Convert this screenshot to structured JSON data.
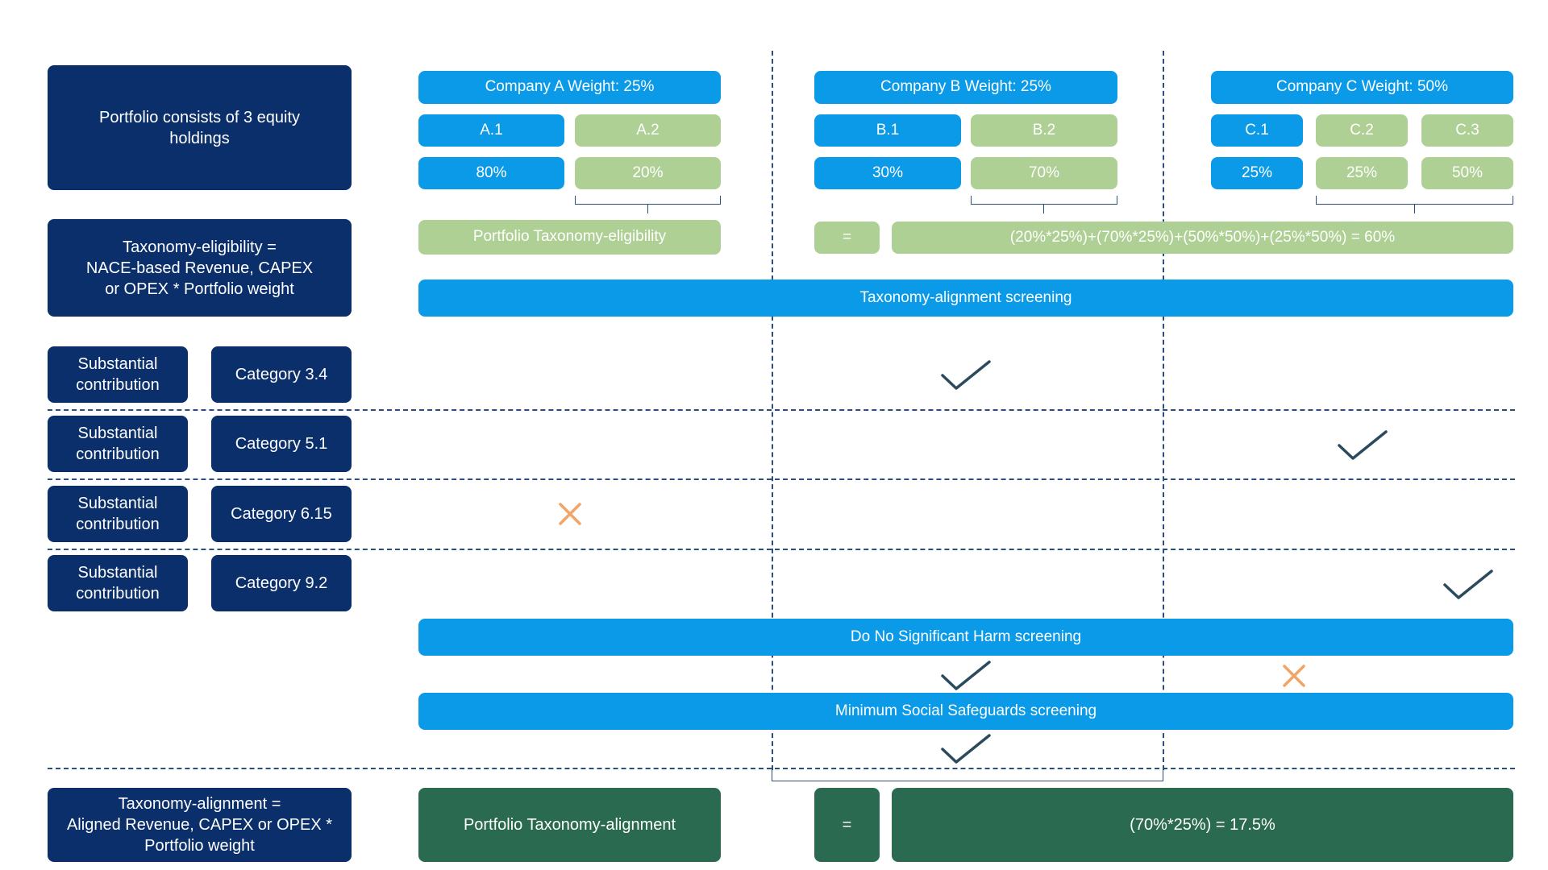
{
  "left": {
    "portfolio_desc": "Portfolio consists of 3 equity\nholdings",
    "eligibility_desc": "Taxonomy-eligibility =\nNACE-based Revenue, CAPEX\nor OPEX * Portfolio weight",
    "alignment_desc": "Taxonomy-alignment =\nAligned Revenue, CAPEX or OPEX *\nPortfolio weight",
    "substantial_label": "Substantial\ncontribution",
    "categories": [
      "Category 3.4",
      "Category 5.1",
      "Category 6.15",
      "Category 9.2"
    ]
  },
  "companies": {
    "a": {
      "header": "Company A Weight: 25%",
      "segments": [
        "A.1",
        "A.2"
      ],
      "percents": [
        "80%",
        "20%"
      ]
    },
    "b": {
      "header": "Company B Weight: 25%",
      "segments": [
        "B.1",
        "B.2"
      ],
      "percents": [
        "30%",
        "70%"
      ]
    },
    "c": {
      "header": "Company C Weight: 50%",
      "segments": [
        "C.1",
        "C.2",
        "C.3"
      ],
      "percents": [
        "25%",
        "25%",
        "50%"
      ]
    }
  },
  "eligibility": {
    "label": "Portfolio Taxonomy-eligibility",
    "equals": "=",
    "formula": "(20%*25%)+(70%*25%)+(50%*50%)+(25%*50%) = 60%"
  },
  "screening": {
    "alignment": "Taxonomy-alignment screening",
    "dnsh": "Do No Significant Harm screening",
    "mss": "Minimum Social Safeguards screening"
  },
  "alignment": {
    "label": "Portfolio Taxonomy-alignment",
    "equals": "=",
    "formula": "(70%*25%) = 17.5%"
  },
  "icons": {
    "check": "check-icon",
    "cross": "cross-icon"
  },
  "colors": {
    "navy": "#0b2f6b",
    "blue": "#0a9ae8",
    "light_green": "#afd095",
    "dark_green": "#2a6a50",
    "check": "#2b4a5e",
    "cross": "#f2a467"
  }
}
